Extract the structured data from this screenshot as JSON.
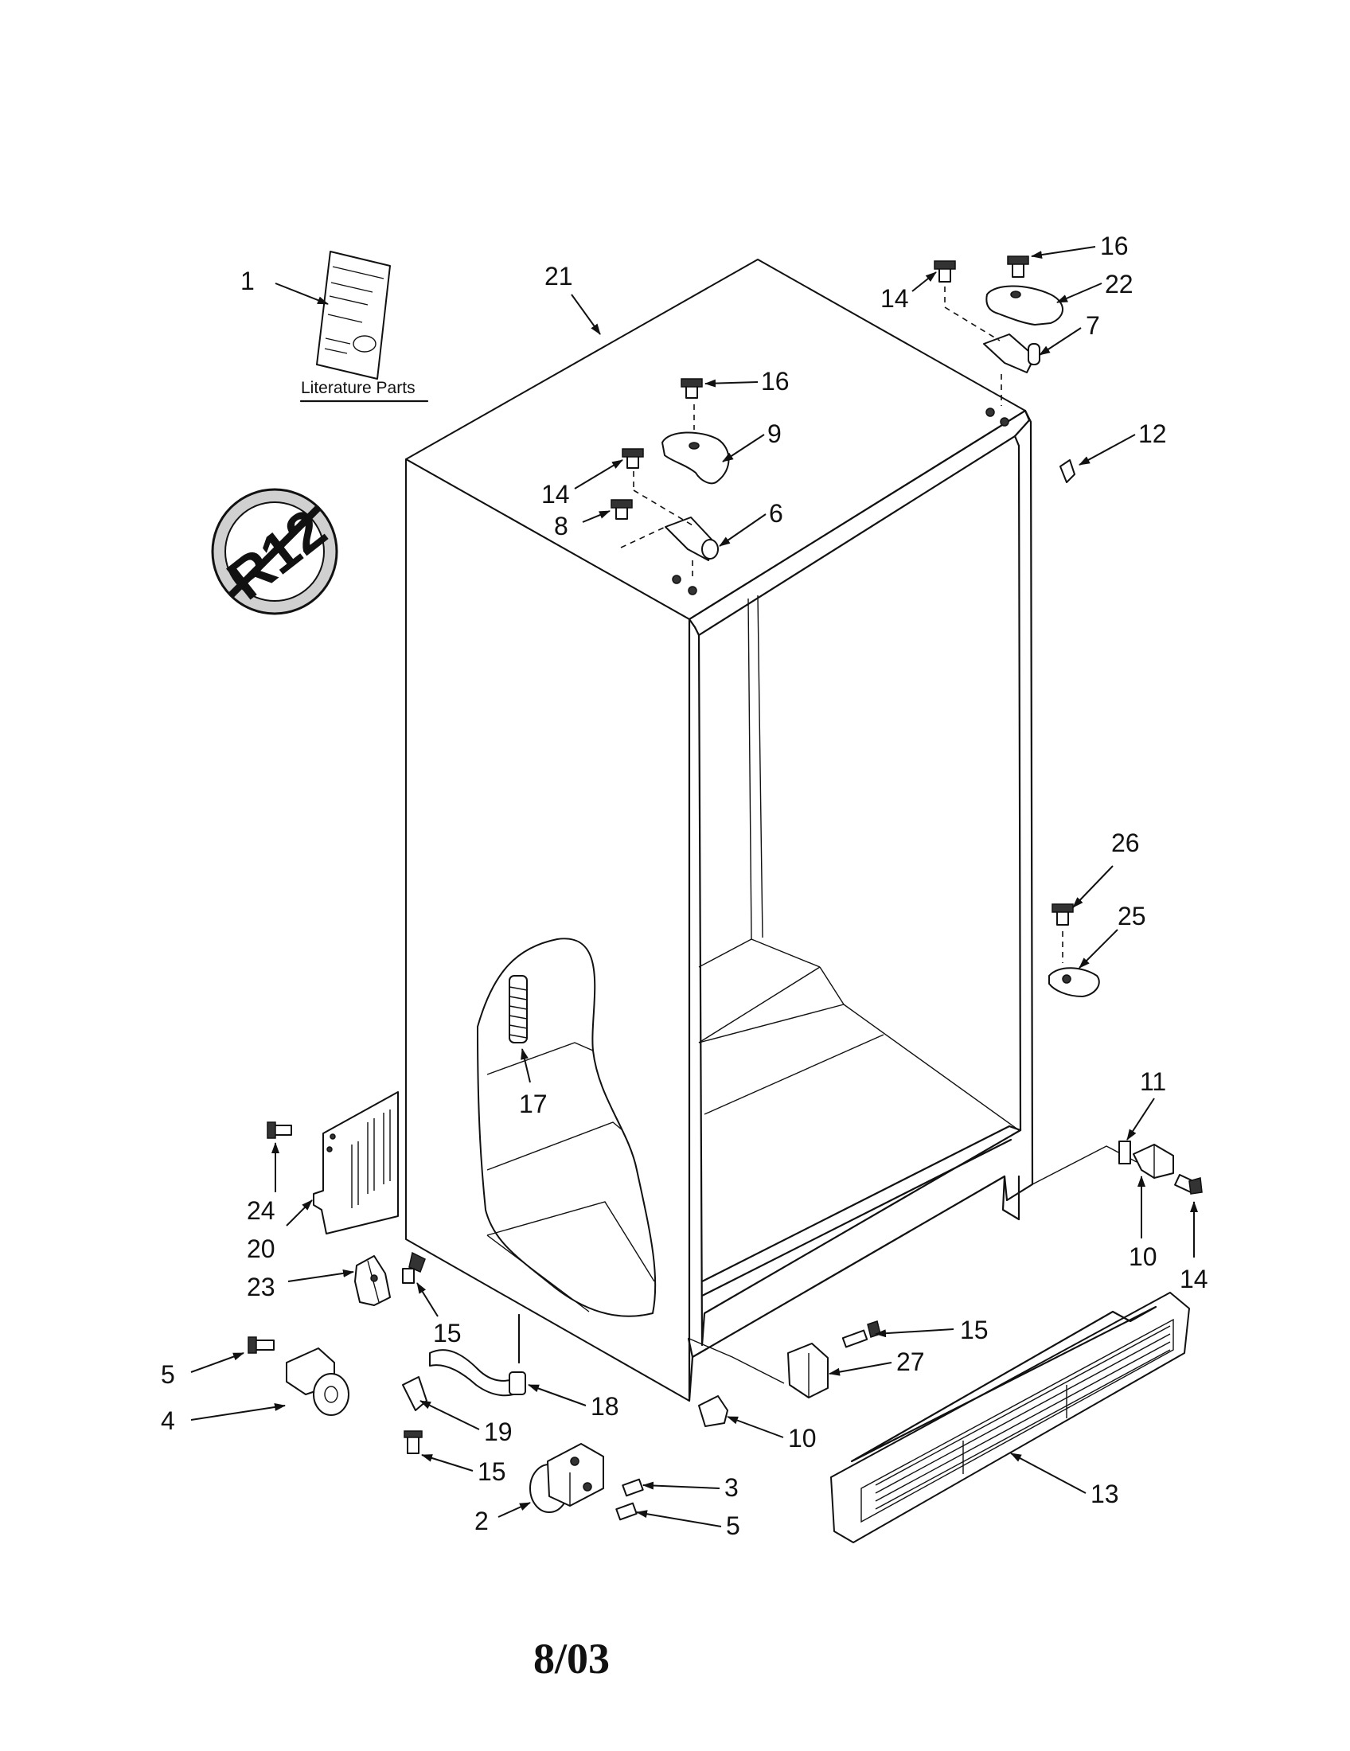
{
  "literature_label": "Literature Parts",
  "warning_symbol_text": "R12",
  "callouts": {
    "c1": "1",
    "c21": "21",
    "c16a": "16",
    "c14a": "14",
    "c22": "22",
    "c7": "7",
    "c16b": "16",
    "c9": "9",
    "c14b": "14",
    "c8": "8",
    "c6": "6",
    "c12": "12",
    "c26": "26",
    "c25": "25",
    "c17": "17",
    "c11": "11",
    "c24": "24",
    "c20": "20",
    "c10a": "10",
    "c14c": "14",
    "c23": "23",
    "c15a": "15",
    "c15b": "15",
    "c27": "27",
    "c5a": "5",
    "c18": "18",
    "c4": "4",
    "c19": "19",
    "c10b": "10",
    "c15c": "15",
    "c3": "3",
    "c13": "13",
    "c2": "2",
    "c5b": "5"
  },
  "footer_date": "8/03"
}
